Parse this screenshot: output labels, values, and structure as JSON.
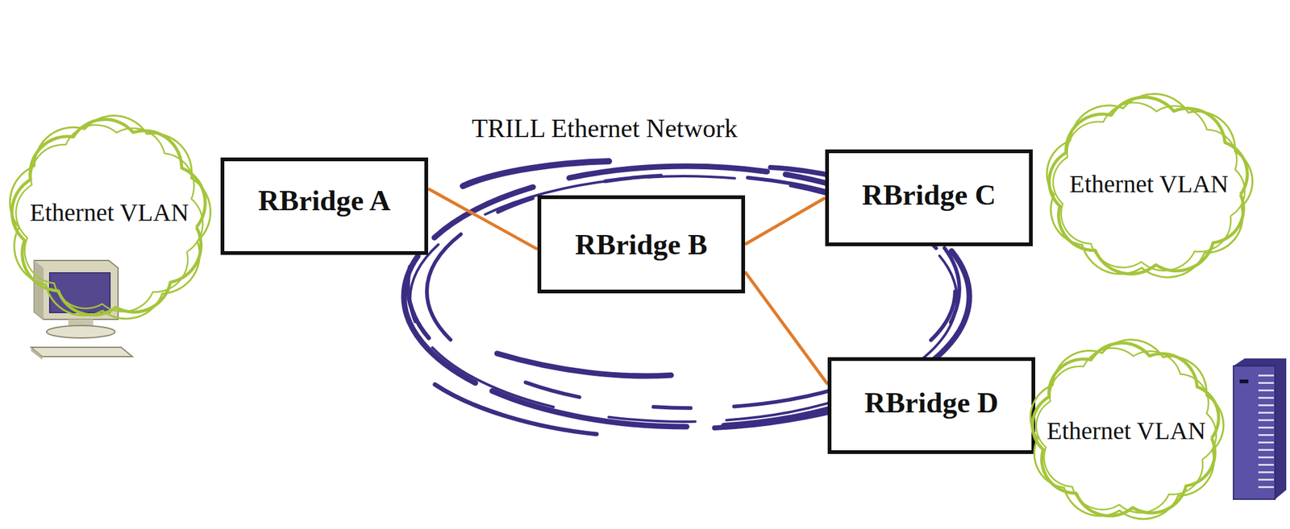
{
  "diagram": {
    "title": "TRILL Ethernet Network",
    "nodes": [
      {
        "text": [
          "Ethernet VLAN"
        ]
      },
      {
        "text": [
          "RBridge A"
        ]
      },
      {
        "text": [
          "RBridge B"
        ]
      },
      {
        "text": [
          "RBridge C"
        ]
      },
      {
        "text": [
          "Ethernet VLAN"
        ]
      },
      {
        "text": [
          "RBridge D"
        ]
      },
      {
        "text": [
          "Ethernet VLAN"
        ]
      }
    ],
    "edges": [
      {
        "from": 1,
        "to": 2,
        "arrow": "none"
      },
      {
        "from": 2,
        "to": 3,
        "arrow": "none"
      },
      {
        "from": 2,
        "to": 5,
        "arrow": "none"
      }
    ]
  }
}
